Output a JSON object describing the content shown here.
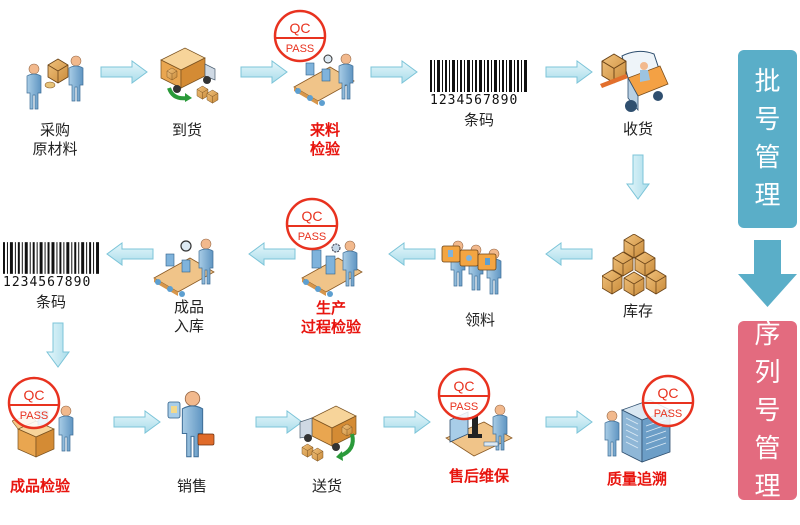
{
  "colors": {
    "arrow_fill": "#c9ecf5",
    "arrow_stroke": "#7cc4d8",
    "batch_panel": "#5aaec8",
    "serial_panel": "#e36b7f",
    "highlight_text": "#e8150f",
    "qc_stamp": "#e8321f"
  },
  "stamp": {
    "top": "QC",
    "bottom": "PASS"
  },
  "barcode_digits": "1234567890",
  "row1": [
    {
      "id": "purchase",
      "label_lines": [
        "采购",
        "原材料"
      ],
      "icon": "people-handoff-box-icon",
      "highlight": false
    },
    {
      "id": "arrival",
      "label_lines": [
        "到货"
      ],
      "icon": "truck-unload-icon",
      "highlight": false
    },
    {
      "id": "incoming-inspection",
      "label_lines": [
        "来料",
        "检验"
      ],
      "icon": "conveyor-inspector-icon",
      "highlight": true,
      "stamp": true
    },
    {
      "id": "barcode",
      "label_lines": [
        "条码"
      ],
      "icon": "barcode-icon",
      "highlight": false
    },
    {
      "id": "receiving",
      "label_lines": [
        "收货"
      ],
      "icon": "forklift-icon",
      "highlight": false
    }
  ],
  "row2": [
    {
      "id": "barcode2",
      "label_lines": [
        "条码"
      ],
      "icon": "barcode-icon",
      "highlight": false
    },
    {
      "id": "finished-storage",
      "label_lines": [
        "成品",
        "入库"
      ],
      "icon": "conveyor-inspector-icon",
      "highlight": false
    },
    {
      "id": "process-inspection",
      "label_lines": [
        "生产",
        "过程检验"
      ],
      "icon": "conveyor-worker-icon",
      "highlight": true,
      "stamp": true
    },
    {
      "id": "material-pick",
      "label_lines": [
        "领料"
      ],
      "icon": "workers-carrying-boxes-icon",
      "highlight": false
    },
    {
      "id": "inventory",
      "label_lines": [
        "库存"
      ],
      "icon": "stacked-boxes-icon",
      "highlight": false
    }
  ],
  "row3": [
    {
      "id": "final-inspection",
      "label_lines": [
        "成品检验"
      ],
      "icon": "box-inspector-icon",
      "highlight": true,
      "stamp": true
    },
    {
      "id": "sales",
      "label_lines": [
        "销售"
      ],
      "icon": "salesman-icon",
      "highlight": false
    },
    {
      "id": "delivery",
      "label_lines": [
        "送货"
      ],
      "icon": "truck-load-icon",
      "highlight": false
    },
    {
      "id": "after-sales",
      "label_lines": [
        "售后维保"
      ],
      "icon": "lab-microscope-icon",
      "highlight": true,
      "stamp": true
    },
    {
      "id": "traceability",
      "label_lines": [
        "质量追溯"
      ],
      "icon": "server-rack-icon",
      "highlight": true,
      "stamp": true
    }
  ],
  "side": {
    "batch": {
      "chars": [
        "批",
        "号",
        "管",
        "理"
      ]
    },
    "serial": {
      "chars": [
        "序",
        "列",
        "号",
        "管",
        "理"
      ]
    }
  }
}
